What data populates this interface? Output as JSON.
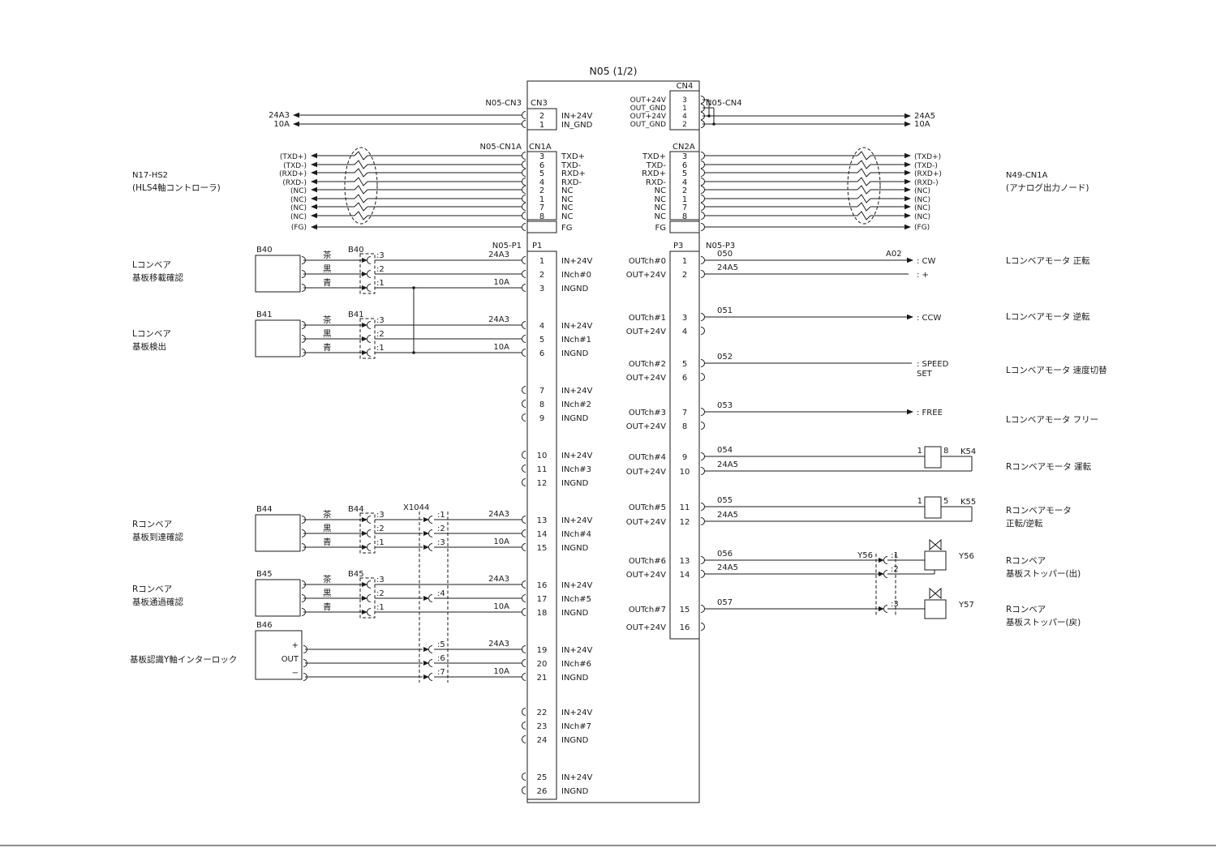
{
  "title": "N05 (1/2)",
  "n17": {
    "name": "N17-HS2",
    "desc": "(HLS4軸コントローラ)"
  },
  "n49": {
    "name": "N49-CN1A",
    "desc": "(アナログ出力ノード)"
  },
  "cn3": {
    "ref": "N05-CN3",
    "name": "CN3",
    "pins": [
      {
        "num": "2",
        "label": "IN+24V",
        "wire": "24A3"
      },
      {
        "num": "1",
        "label": "IN_GND",
        "wire": "10A"
      }
    ]
  },
  "cn4": {
    "ref": "N05-CN4",
    "name": "CN4",
    "pins": [
      {
        "num": "3",
        "label": "OUT+24V"
      },
      {
        "num": "1",
        "label": "OUT_GND"
      },
      {
        "num": "4",
        "label": "OUT+24V",
        "wire": "24A5"
      },
      {
        "num": "2",
        "label": "OUT_GND",
        "wire": "10A"
      }
    ]
  },
  "cn1a": {
    "ref": "N05-CN1A",
    "name": "CN1A",
    "fg": "FG",
    "fg_ext": "(FG)",
    "pins": [
      {
        "num": "3",
        "label": "TXD+",
        "ext": "(TXD+)"
      },
      {
        "num": "6",
        "label": "TXD-",
        "ext": "(TXD-)"
      },
      {
        "num": "5",
        "label": "RXD+",
        "ext": "(RXD+)"
      },
      {
        "num": "4",
        "label": "RXD-",
        "ext": "(RXD-)"
      },
      {
        "num": "2",
        "label": "NC",
        "ext": "(NC)"
      },
      {
        "num": "1",
        "label": "NC",
        "ext": "(NC)"
      },
      {
        "num": "7",
        "label": "NC",
        "ext": "(NC)"
      },
      {
        "num": "8",
        "label": "NC",
        "ext": "(NC)"
      }
    ]
  },
  "cn2a": {
    "name": "CN2A",
    "fg": "FG",
    "fg_ext": "(FG)",
    "pins": [
      {
        "num": "3",
        "label": "TXD+",
        "ext": "(TXD+)"
      },
      {
        "num": "6",
        "label": "TXD-",
        "ext": "(TXD-)"
      },
      {
        "num": "5",
        "label": "RXD+",
        "ext": "(RXD+)"
      },
      {
        "num": "4",
        "label": "RXD-",
        "ext": "(RXD-)"
      },
      {
        "num": "2",
        "label": "NC",
        "ext": "(NC)"
      },
      {
        "num": "1",
        "label": "NC",
        "ext": "(NC)"
      },
      {
        "num": "7",
        "label": "NC",
        "ext": "(NC)"
      },
      {
        "num": "8",
        "label": "NC",
        "ext": "(NC)"
      }
    ]
  },
  "p1": {
    "ref": "N05-P1",
    "name": "P1",
    "pins": [
      {
        "num": "1",
        "label": "IN+24V"
      },
      {
        "num": "2",
        "label": "INch#0"
      },
      {
        "num": "3",
        "label": "INGND"
      },
      {
        "num": "4",
        "label": "IN+24V"
      },
      {
        "num": "5",
        "label": "INch#1"
      },
      {
        "num": "6",
        "label": "INGND"
      },
      {
        "num": "7",
        "label": "IN+24V"
      },
      {
        "num": "8",
        "label": "INch#2"
      },
      {
        "num": "9",
        "label": "INGND"
      },
      {
        "num": "10",
        "label": "IN+24V"
      },
      {
        "num": "11",
        "label": "INch#3"
      },
      {
        "num": "12",
        "label": "INGND"
      },
      {
        "num": "13",
        "label": "IN+24V"
      },
      {
        "num": "14",
        "label": "INch#4"
      },
      {
        "num": "15",
        "label": "INGND"
      },
      {
        "num": "16",
        "label": "IN+24V"
      },
      {
        "num": "17",
        "label": "INch#5"
      },
      {
        "num": "18",
        "label": "INGND"
      },
      {
        "num": "19",
        "label": "IN+24V"
      },
      {
        "num": "20",
        "label": "INch#6"
      },
      {
        "num": "21",
        "label": "INGND"
      },
      {
        "num": "22",
        "label": "IN+24V"
      },
      {
        "num": "23",
        "label": "INch#7"
      },
      {
        "num": "24",
        "label": "INGND"
      },
      {
        "num": "25",
        "label": "IN+24V"
      },
      {
        "num": "26",
        "label": "INGND"
      }
    ],
    "rails": [
      {
        "top": "24A3",
        "bottom": "10A"
      },
      {
        "top": "24A3",
        "bottom": "10A"
      },
      {
        "top": "24A3",
        "bottom": "10A"
      },
      {
        "top": "24A3",
        "bottom": "10A"
      },
      {
        "top": "24A3",
        "bottom": "10A"
      }
    ]
  },
  "p3": {
    "ref": "N05-P3",
    "name": "P3",
    "pins": [
      {
        "num": "1",
        "label": "OUTch#0"
      },
      {
        "num": "2",
        "label": "OUT+24V"
      },
      {
        "num": "3",
        "label": "OUTch#1"
      },
      {
        "num": "4",
        "label": "OUT+24V"
      },
      {
        "num": "5",
        "label": "OUTch#2"
      },
      {
        "num": "6",
        "label": "OUT+24V"
      },
      {
        "num": "7",
        "label": "OUTch#3"
      },
      {
        "num": "8",
        "label": "OUT+24V"
      },
      {
        "num": "9",
        "label": "OUTch#4"
      },
      {
        "num": "10",
        "label": "OUT+24V"
      },
      {
        "num": "11",
        "label": "OUTch#5"
      },
      {
        "num": "12",
        "label": "OUT+24V"
      },
      {
        "num": "13",
        "label": "OUTch#6"
      },
      {
        "num": "14",
        "label": "OUT+24V"
      },
      {
        "num": "15",
        "label": "OUTch#7"
      },
      {
        "num": "16",
        "label": "OUT+24V"
      }
    ]
  },
  "outputs": {
    "o0": {
      "no": "050",
      "ref": "A02",
      "dest": ": CW"
    },
    "o0b": {
      "no": "24A5",
      "dest": ": +"
    },
    "o1": {
      "no": "051",
      "dest": ": CCW"
    },
    "o2": {
      "no": "052",
      "dest1": ": SPEED",
      "dest2": "SET"
    },
    "o3": {
      "no": "053",
      "dest": ": FREE"
    },
    "o4": {
      "no": "054",
      "ret": "24A5",
      "pin_l": "1",
      "pin_r": "8",
      "relay": "K54"
    },
    "o5": {
      "no": "055",
      "ret": "24A5",
      "pin_l": "1",
      "pin_r": "5",
      "relay": "K55"
    },
    "o6": {
      "no": "056",
      "ret": "24A5",
      "conn": "Y56",
      "cpin1": ":1",
      "cpin2": ":2",
      "sol": "Y56"
    },
    "o7": {
      "no": "057",
      "cpin": ":3",
      "sol": "Y57"
    }
  },
  "notes": [
    {
      "l1": "Lコンベアモータ 正転"
    },
    {
      "l1": "Lコンベアモータ 逆転"
    },
    {
      "l1": "Lコンベアモータ 速度切替"
    },
    {
      "l1": "Lコンベアモータ フリー"
    },
    {
      "l1": "Rコンベアモータ 運転"
    },
    {
      "l1": "Rコンベアモータ",
      "l2": "正転/逆転"
    },
    {
      "l1": "Rコンベア",
      "l2": "基板ストッパー(出)"
    },
    {
      "l1": "Rコンベア",
      "l2": "基板ストッパー(戻)"
    }
  ],
  "sensors": {
    "b40": {
      "name": "B40",
      "conn": "B40",
      "desc1": "Lコンベア",
      "desc2": "基板移載確認",
      "c1": "茶",
      "c2": "黒",
      "c3": "青",
      "pn3": ":3",
      "pn2": ":2",
      "pn1": ":1"
    },
    "b41": {
      "name": "B41",
      "conn": "B41",
      "desc1": "Lコンベア",
      "desc2": "基板検出",
      "c1": "茶",
      "c2": "黒",
      "c3": "青",
      "pn3": ":3",
      "pn2": ":2",
      "pn1": ":1"
    },
    "b44": {
      "name": "B44",
      "conn": "B44",
      "desc1": "Rコンベア",
      "desc2": "基板到達確認",
      "c1": "茶",
      "c2": "黒",
      "c3": "青",
      "pn3": ":3",
      "pn2": ":2",
      "pn1": ":1"
    },
    "b45": {
      "name": "B45",
      "conn": "B45",
      "desc1": "Rコンベア",
      "desc2": "基板通過確認",
      "c1": "茶",
      "c2": "黒",
      "c3": "青",
      "pn3": ":3",
      "pn2": ":2",
      "pn1": ":1"
    },
    "b46": {
      "name": "B46",
      "desc": "基板認識Y軸インターロック",
      "t1": "+",
      "t2": "OUT",
      "t3": "−"
    }
  },
  "x1044": {
    "name": "X1044",
    "x1": ":1",
    "x2": ":2",
    "x3": ":3",
    "x4": ":4",
    "x5": ":5",
    "x6": ":6",
    "x7": ":7"
  }
}
